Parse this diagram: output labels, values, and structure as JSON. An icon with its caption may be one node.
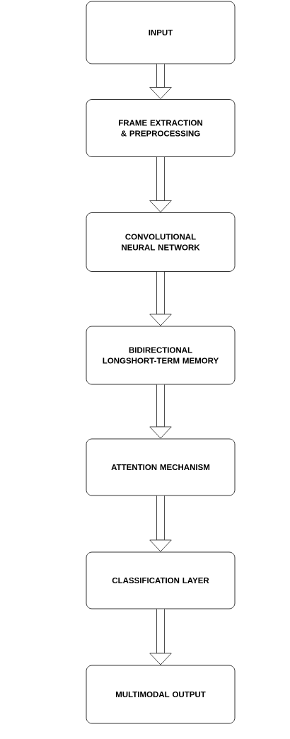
{
  "diagram": {
    "nodes": [
      {
        "text": [
          "INPUT"
        ]
      },
      {
        "text": [
          "FRAME EXTRACTION & PREPROCESSING"
        ]
      },
      {
        "text": [
          "CONVOLUTIONAL NEURAL NETWORK"
        ]
      },
      {
        "text": [
          "BIDIRECTIONAL LONGSHORT-TERM MEMORY"
        ]
      },
      {
        "text": [
          "ATTENTION MECHANISM"
        ]
      },
      {
        "text": [
          "CLASSIFICATION LAYER"
        ]
      },
      {
        "text": [
          "MULTIMODAL OUTPUT"
        ]
      }
    ],
    "edges": [
      {
        "from": 0,
        "to": 1,
        "arrow": "to"
      },
      {
        "from": 1,
        "to": 2,
        "arrow": "to"
      },
      {
        "from": 2,
        "to": 3,
        "arrow": "to"
      },
      {
        "from": 3,
        "to": 4,
        "arrow": "to"
      },
      {
        "from": 4,
        "to": 5,
        "arrow": "to"
      },
      {
        "from": 5,
        "to": 6,
        "arrow": "to"
      }
    ]
  }
}
